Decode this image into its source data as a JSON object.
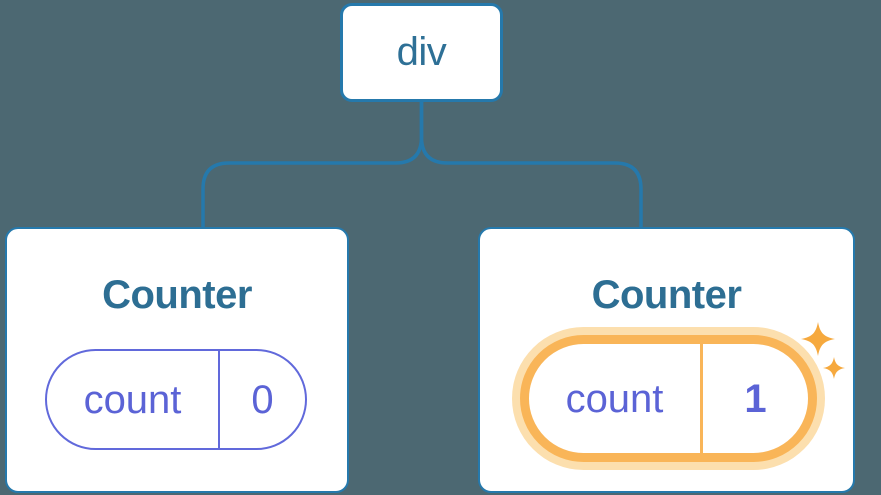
{
  "diagram": {
    "background_color": "#4C6872",
    "root_node": {
      "label": "div"
    },
    "cards": [
      {
        "title": "Counter",
        "state_name": "count",
        "state_value": "0",
        "highlighted": false
      },
      {
        "title": "Counter",
        "state_name": "count",
        "state_value": "1",
        "highlighted": true
      }
    ],
    "colors": {
      "card_background": "#FFFFFF",
      "line_blue": "#2579AC",
      "heading_blue": "#2D6E93",
      "node_label_blue": "#2E7096",
      "state_indigo": "#5B63D6",
      "state_pill_border": "#6169DB",
      "highlight_orange": "#F9B558",
      "highlight_halo": "#FCDFAE",
      "sparkle_orange": "#F6A93E"
    },
    "icons": {
      "sparkles_glyph": "✦"
    }
  }
}
